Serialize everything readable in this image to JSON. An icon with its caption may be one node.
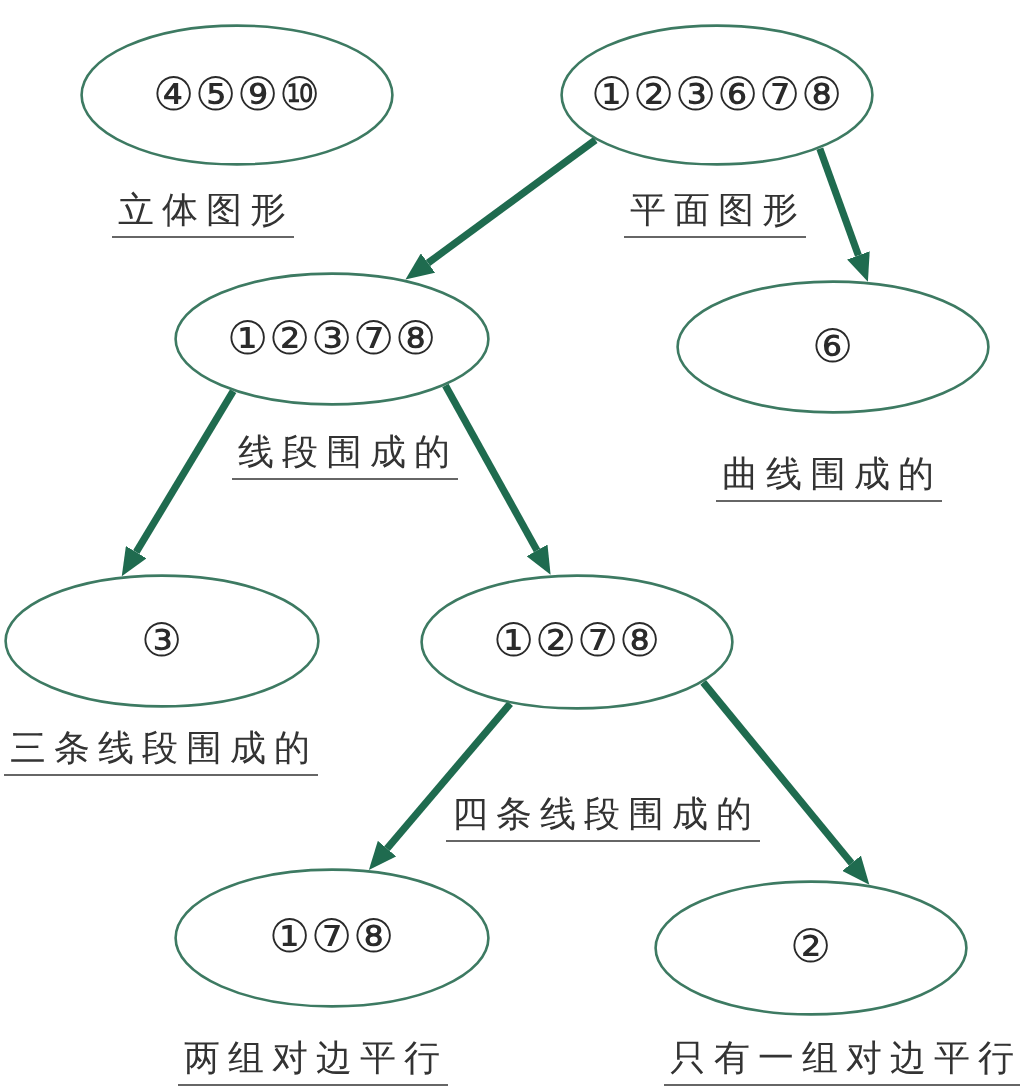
{
  "diagram": {
    "nodes": [
      {
        "text": [
          "④⑤⑨⑩"
        ],
        "beside": [
          "立体图形"
        ]
      },
      {
        "text": [
          "①②③⑥⑦⑧"
        ],
        "beside": [
          "平面图形"
        ]
      },
      {
        "text": [
          "①②③⑦⑧"
        ],
        "beside": [
          "线段围成的"
        ]
      },
      {
        "text": [
          "⑥"
        ],
        "beside": [
          "曲线围成的"
        ]
      },
      {
        "text": [
          "③"
        ],
        "beside": [
          "三条线段围成的"
        ]
      },
      {
        "text": [
          "①②⑦⑧"
        ]
      },
      {
        "text": [
          "①⑦⑧"
        ],
        "beside": [
          "两组对边平行"
        ]
      },
      {
        "text": [
          "②"
        ],
        "beside": [
          "只有一组对边平行"
        ]
      }
    ],
    "edges": [
      {
        "from": 1,
        "to": 2,
        "arrow": "to"
      },
      {
        "from": 1,
        "to": 3,
        "arrow": "to"
      },
      {
        "from": 2,
        "to": 4,
        "arrow": "to"
      },
      {
        "from": 2,
        "to": 5,
        "arrow": "to"
      },
      {
        "from": 5,
        "to": 6,
        "arrow": "to"
      },
      {
        "from": 5,
        "to": 7,
        "arrow": "to"
      }
    ],
    "labels": [
      "四条线段围成的"
    ]
  }
}
